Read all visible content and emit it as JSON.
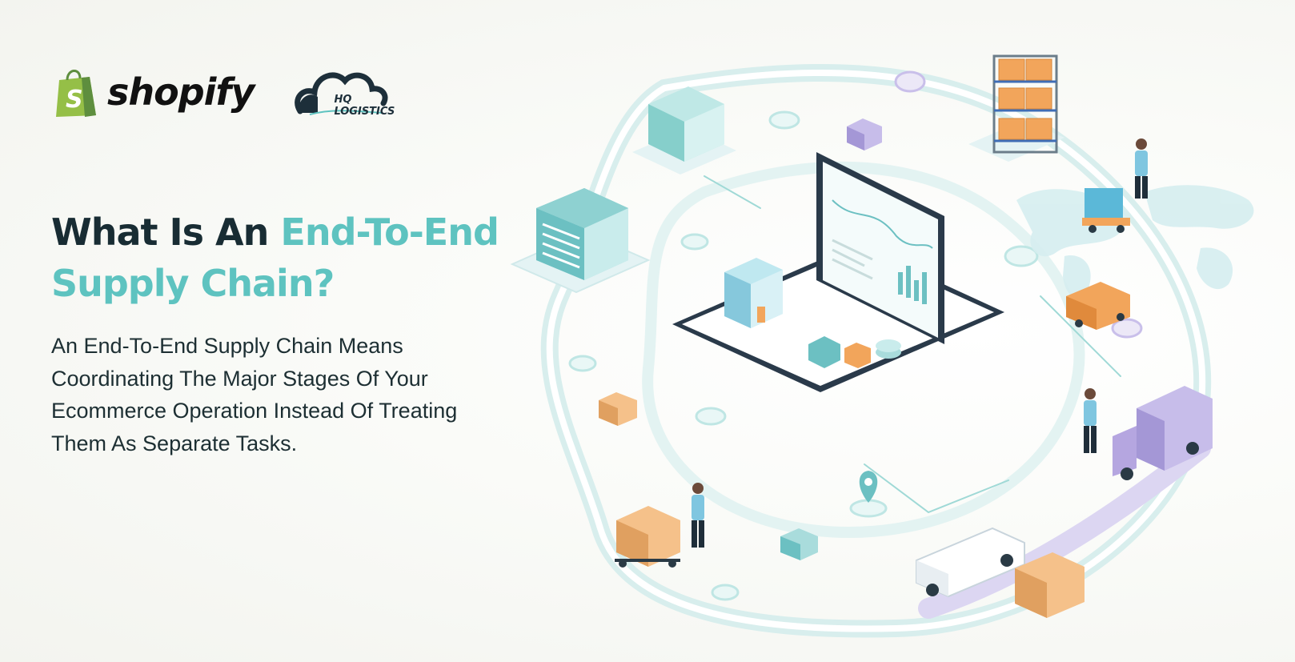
{
  "logos": {
    "shopify": {
      "wordmark": "shopify",
      "icon": "shopify-bag-icon"
    },
    "hq_logistics": {
      "wordmark": "HQ LOGISTICS",
      "icon": "cloud-logo-icon"
    }
  },
  "headline": {
    "part1": "What Is An ",
    "accent_line1": "End-To-End",
    "accent_line2": "Supply Chain?"
  },
  "description": "An End-To-End Supply Chain Means Coordinating The Major Stages Of Your Ecommerce Operation Instead Of Treating Them As Separate Tasks.",
  "colors": {
    "dark_text": "#182c33",
    "accent_teal": "#5ec3c0",
    "shopify_green": "#95bf47",
    "box_orange": "#f2a55b",
    "truck_lavender": "#b5a6e0"
  },
  "illustration_icons": [
    "warehouse-icon",
    "laptop-dashboard-icon",
    "pallet-rack-icon",
    "forklift-worker-icon",
    "world-map-icon",
    "delivery-van-icon",
    "box-truck-icon",
    "location-pin-icon",
    "cardboard-box-icon",
    "hand-cart-worker-icon",
    "network-node-icon"
  ]
}
